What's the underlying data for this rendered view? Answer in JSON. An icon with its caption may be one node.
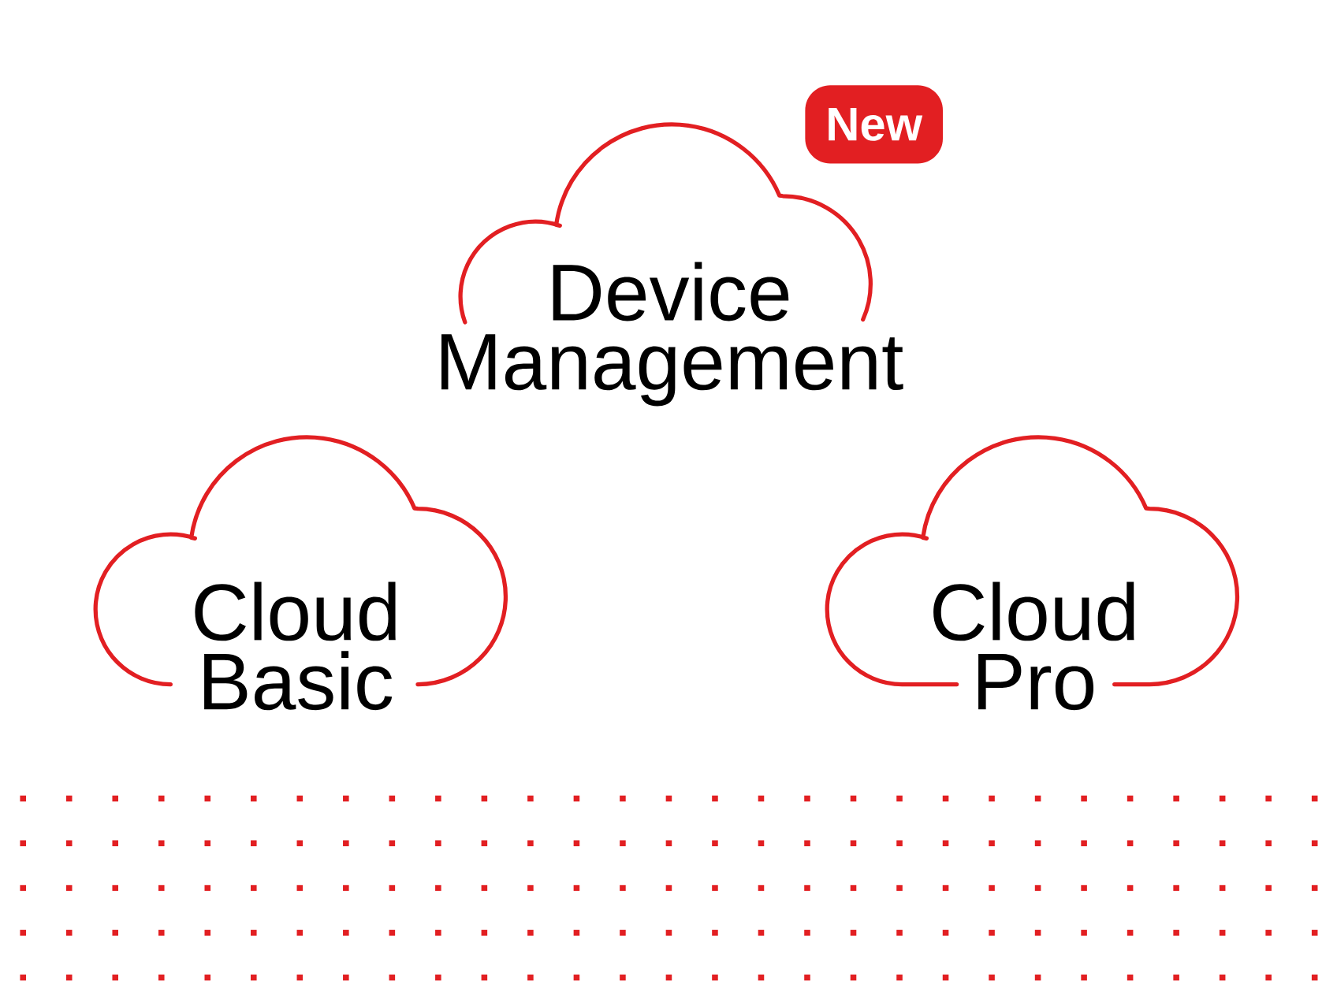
{
  "diagram": {
    "nodes": [
      {
        "text": [
          "Device Management"
        ]
      },
      {
        "text": [
          "New"
        ]
      },
      {
        "text": [
          "Cloud Basic"
        ]
      },
      {
        "text": [
          "Cloud Pro"
        ]
      }
    ]
  }
}
